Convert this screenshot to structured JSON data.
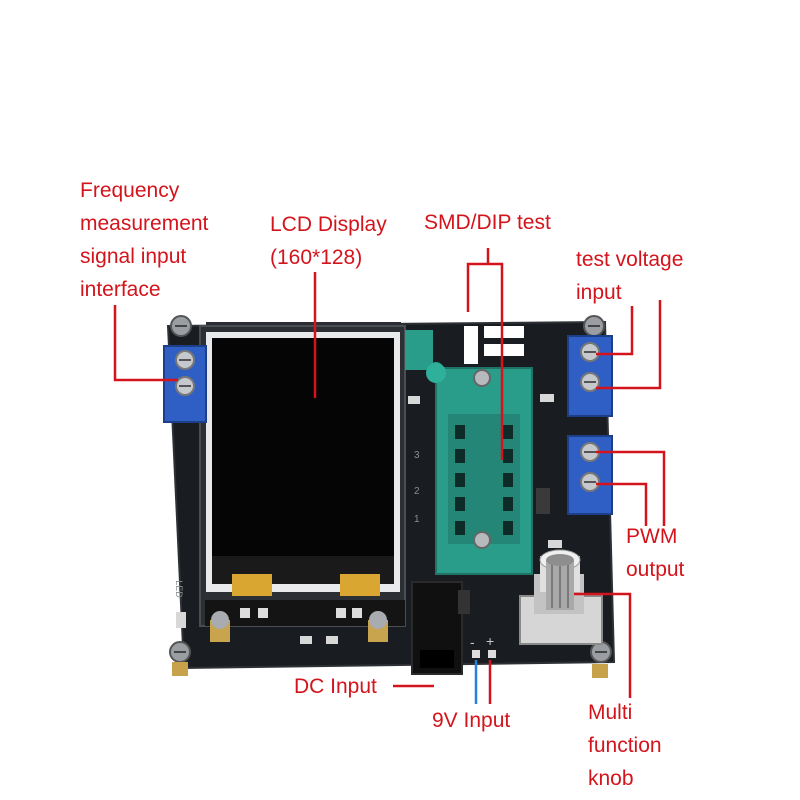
{
  "labels": {
    "freq_input": "Frequency\nmeasurement\nsignal input\ninterface",
    "lcd": "LCD Display\n(160*128)",
    "smd_dip": "SMD/DIP test",
    "test_voltage": "test voltage\ninput",
    "pwm": "PWM\noutput",
    "dc_input": "DC Input",
    "nine_v": "9V Input",
    "knob": "Multi\nfunction\nknob"
  },
  "silkscreen": {
    "pin1": "1",
    "pin2": "2",
    "pin3": "3",
    "minus": "-",
    "plus": "+",
    "led": "LED"
  },
  "colors": {
    "callout": "#d4141c",
    "pcb": "#1b1e22",
    "terminal": "#2f5fc4",
    "zif_socket": "#2a9d8a",
    "polarity_blue": "#2a7fd6"
  }
}
